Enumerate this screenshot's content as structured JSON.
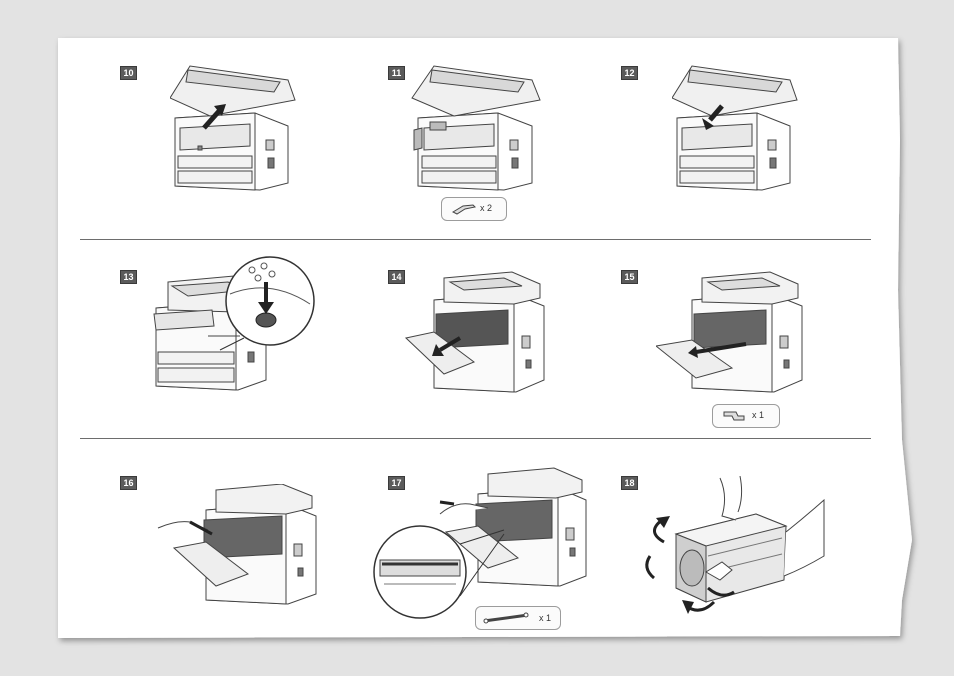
{
  "steps": [
    {
      "number": "10"
    },
    {
      "number": "11",
      "parts": {
        "quantity": "x 2",
        "icon": "lock-clip-icon"
      }
    },
    {
      "number": "12"
    },
    {
      "number": "13"
    },
    {
      "number": "14"
    },
    {
      "number": "15",
      "parts": {
        "quantity": "x 1",
        "icon": "packing-clip-icon"
      }
    },
    {
      "number": "16"
    },
    {
      "number": "17",
      "parts": {
        "quantity": "x 1",
        "icon": "packing-strip-icon"
      }
    },
    {
      "number": "18"
    }
  ],
  "colors": {
    "background": "#e3e3e3",
    "paper": "#ffffff",
    "number_badge": "#5b5b5b",
    "line_art": "#444444"
  }
}
